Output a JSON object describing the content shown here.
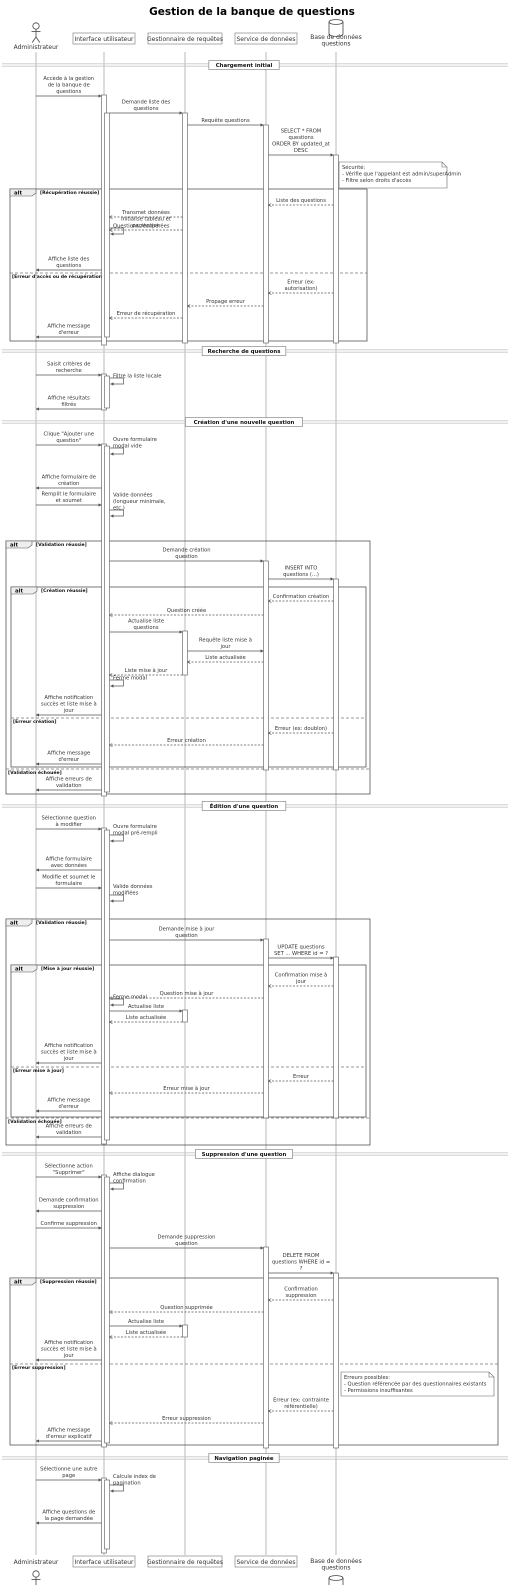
{
  "title": "Gestion de la banque de questions",
  "participants": [
    {
      "key": "admin",
      "label": [
        "Administrateur"
      ],
      "kind": "actor"
    },
    {
      "key": "ui",
      "label": [
        "Interface utilisateur"
      ],
      "kind": "box"
    },
    {
      "key": "req",
      "label": [
        "Gestionnaire de requêtes"
      ],
      "kind": "box"
    },
    {
      "key": "svc",
      "label": [
        "Service de données"
      ],
      "kind": "box"
    },
    {
      "key": "db",
      "label": [
        "Base de données",
        "questions"
      ],
      "kind": "database"
    }
  ],
  "sections": [
    "Chargement initial",
    "Recherche de questions",
    "Création d'une nouvelle question",
    "Édition d'une question",
    "Suppression d'une question",
    "Navigation paginée"
  ],
  "frames": [
    {
      "keyword": "alt",
      "guards": [
        "[Récupération réussie]",
        "[Erreur d'accès ou de récupération]"
      ]
    },
    {
      "keyword": "alt",
      "guards": [
        "[Validation réussie]",
        "[Validation échouée]"
      ]
    },
    {
      "keyword": "alt",
      "guards": [
        "[Création réussie]",
        "[Erreur création]"
      ]
    },
    {
      "keyword": "alt",
      "guards": [
        "[Validation réussie]",
        "[Validation échouée]"
      ]
    },
    {
      "keyword": "alt",
      "guards": [
        "[Mise à jour réussie]",
        "[Erreur mise à jour]"
      ]
    },
    {
      "keyword": "alt",
      "guards": [
        "[Suppression réussie]",
        "[Erreur suppression]"
      ]
    }
  ],
  "notes": [
    [
      "Sécurité:",
      "- Vérifie que l'appelant est admin/superAdmin",
      "- Filtre selon droits d'accès"
    ],
    [
      "Erreurs possibles:",
      "- Question référencée par des questionnaires existants",
      "- Permissions insuffisantes"
    ]
  ],
  "messages": [
    [
      "Accède à la gestion",
      "de la banque de",
      "questions"
    ],
    [
      "Demande liste des",
      "questions"
    ],
    [
      "Requête questions"
    ],
    [
      "SELECT * FROM",
      "questions",
      "ORDER BY updated_at",
      "DESC"
    ],
    [
      "Liste des questions"
    ],
    [
      "Transmet données"
    ],
    [
      "Questions récupérées"
    ],
    [
      "Initialise tableau et",
      "pagination"
    ],
    [
      "Affiche liste des",
      "questions"
    ],
    [
      "Erreur (ex:",
      "autorisation)"
    ],
    [
      "Propage erreur"
    ],
    [
      "Erreur de récupération"
    ],
    [
      "Affiche message",
      "d'erreur"
    ],
    [
      "Saisit critères de",
      "recherche"
    ],
    [
      "Filtre la liste locale"
    ],
    [
      "Affiche résultats",
      "filtrés"
    ],
    [
      "Clique \"Ajouter une",
      "question\""
    ],
    [
      "Ouvre formulaire",
      "modal vide"
    ],
    [
      "Affiche formulaire de",
      "création"
    ],
    [
      "Remplit le formulaire",
      "et soumet"
    ],
    [
      "Valide données",
      "(longueur minimale,",
      "etc.)"
    ],
    [
      "Demande création",
      "question"
    ],
    [
      "INSERT INTO",
      "questions (...)"
    ],
    [
      "Confirmation création"
    ],
    [
      "Question créée"
    ],
    [
      "Actualise liste",
      "questions"
    ],
    [
      "Requête liste mise à",
      "jour"
    ],
    [
      "Liste actualisée"
    ],
    [
      "Liste mise à jour"
    ],
    [
      "Ferme modal"
    ],
    [
      "Affiche notification",
      "succès et liste mise à",
      "jour"
    ],
    [
      "Erreur (ex: doublon)"
    ],
    [
      "Erreur création"
    ],
    [
      "Affiche message",
      "d'erreur"
    ],
    [
      "Affiche erreurs de",
      "validation"
    ],
    [
      "Sélectionne question",
      "à modifier"
    ],
    [
      "Ouvre formulaire",
      "modal pré-rempli"
    ],
    [
      "Affiche formulaire",
      "avec données"
    ],
    [
      "Modifie et soumet le",
      "formulaire"
    ],
    [
      "Valide données",
      "modifiées"
    ],
    [
      "Demande mise à jour",
      "question"
    ],
    [
      "UPDATE questions",
      "SET ... WHERE id = ?"
    ],
    [
      "Confirmation mise à",
      "jour"
    ],
    [
      "Question mise à jour"
    ],
    [
      "Actualise liste"
    ],
    [
      "Liste actualisée"
    ],
    [
      "Ferme modal"
    ],
    [
      "Affiche notification",
      "succès et liste mise à",
      "jour"
    ],
    [
      "Erreur"
    ],
    [
      "Erreur mise à jour"
    ],
    [
      "Affiche message",
      "d'erreur"
    ],
    [
      "Affiche erreurs de",
      "validation"
    ],
    [
      "Sélectionne action",
      "\"Supprimer\""
    ],
    [
      "Affiche dialogue",
      "confirmation"
    ],
    [
      "Demande confirmation",
      "suppression"
    ],
    [
      "Confirme suppression"
    ],
    [
      "Demande suppression",
      "question"
    ],
    [
      "DELETE FROM",
      "questions WHERE id =",
      "?"
    ],
    [
      "Confirmation",
      "suppression"
    ],
    [
      "Question supprimée"
    ],
    [
      "Actualise liste"
    ],
    [
      "Liste actualisée"
    ],
    [
      "Affiche notification",
      "succès et liste mise à",
      "jour"
    ],
    [
      "Erreur (ex: contrainte",
      "référentielle)"
    ],
    [
      "Erreur suppression"
    ],
    [
      "Affiche message",
      "d'erreur explicatif"
    ],
    [
      "Sélectionne une autre",
      "page"
    ],
    [
      "Calcule index de",
      "pagination"
    ],
    [
      "Affiche questions de",
      "la page demandée"
    ]
  ]
}
